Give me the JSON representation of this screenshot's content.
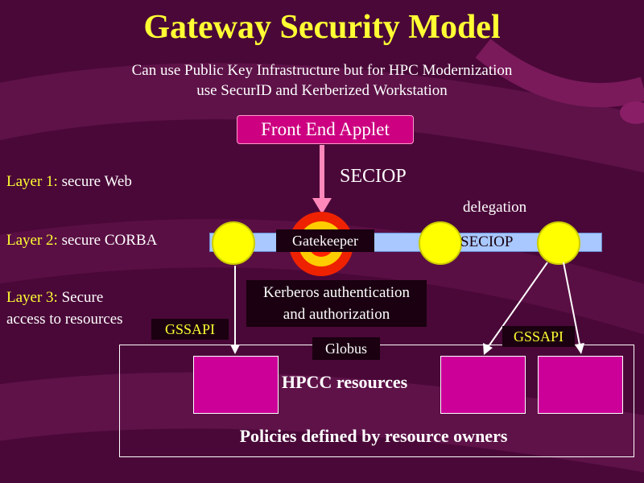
{
  "title": "Gateway Security Model",
  "subtitle": {
    "line1": "Can use Public Key Infrastructure but for HPC Modernization",
    "line2": "use SecurID and Kerberized Workstation"
  },
  "front_end_applet": "Front End Applet",
  "seciop_top": "SECIOP",
  "delegation": "delegation",
  "seciop_bar": "SECIOP",
  "gatekeeper": "Gatekeeper",
  "kerberos": {
    "line1": "Kerberos authentication",
    "line2": "and authorization"
  },
  "globus": "Globus",
  "gssapi_left": "GSSAPI",
  "gssapi_right": "GSSAPI",
  "hpcc_resources": "HPCC resources",
  "policies": "Policies defined by resource owners",
  "layers": [
    {
      "name": "Layer 1:",
      "text": "secure Web"
    },
    {
      "name": "Layer 2:",
      "text": "secure CORBA"
    },
    {
      "name": "Layer 3:",
      "text": "Secure",
      "text2": "access to resources"
    }
  ],
  "colors": {
    "background": "#4a0838",
    "title": "#ffff33",
    "applet": "#cc0080",
    "bar": "#a8c8ff",
    "node": "#ffff00",
    "resource_box": "#cc0099",
    "arrow": "#ff88bb"
  }
}
